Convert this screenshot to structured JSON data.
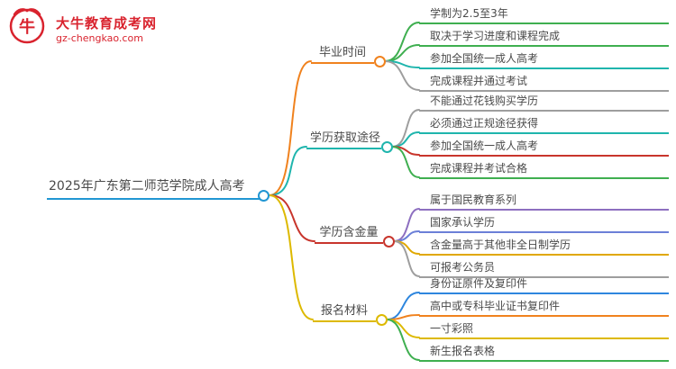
{
  "logo": {
    "icon": "cow-icon",
    "title": "大牛教育成考网",
    "subtitle": "gz-chengkao.com",
    "color": "#d9232e"
  },
  "root": {
    "label": "2025年广东第二师范学院成人高考",
    "color": "#2196d3"
  },
  "branches": [
    {
      "label": "毕业时间",
      "color": "#f0821e",
      "leaves": [
        {
          "label": "学制为2.5至3年",
          "color": "#3faf50"
        },
        {
          "label": "取决于学习进度和课程完成",
          "color": "#3faf50"
        },
        {
          "label": "参加全国统一成人高考",
          "color": "#1fb5ad"
        },
        {
          "label": "完成课程并通过考试",
          "color": "#9e9e9e"
        }
      ]
    },
    {
      "label": "学历获取途径",
      "color": "#1fb5ad",
      "leaves": [
        {
          "label": "不能通过花钱购买学历",
          "color": "#9e9e9e"
        },
        {
          "label": "必须通过正规途径获得",
          "color": "#1fb5ad"
        },
        {
          "label": "参加全国统一成人高考",
          "color": "#c8352c"
        },
        {
          "label": "完成课程并考试合格",
          "color": "#3faf50"
        }
      ]
    },
    {
      "label": "学历含金量",
      "color": "#c8352c",
      "leaves": [
        {
          "label": "属于国民教育系列",
          "color": "#8d6fc0"
        },
        {
          "label": "国家承认学历",
          "color": "#6b7fd7"
        },
        {
          "label": "含金量高于其他非全日制学历",
          "color": "#e0a800"
        },
        {
          "label": "可报考公务员",
          "color": "#9e9e9e"
        }
      ]
    },
    {
      "label": "报名材料",
      "color": "#ddb900",
      "leaves": [
        {
          "label": "身份证原件及复印件",
          "color": "#2e86de"
        },
        {
          "label": "高中或专科毕业证书复印件",
          "color": "#f0821e"
        },
        {
          "label": "一寸彩照",
          "color": "#ddb900"
        },
        {
          "label": "新生报名表格",
          "color": "#3faf50"
        }
      ]
    }
  ]
}
